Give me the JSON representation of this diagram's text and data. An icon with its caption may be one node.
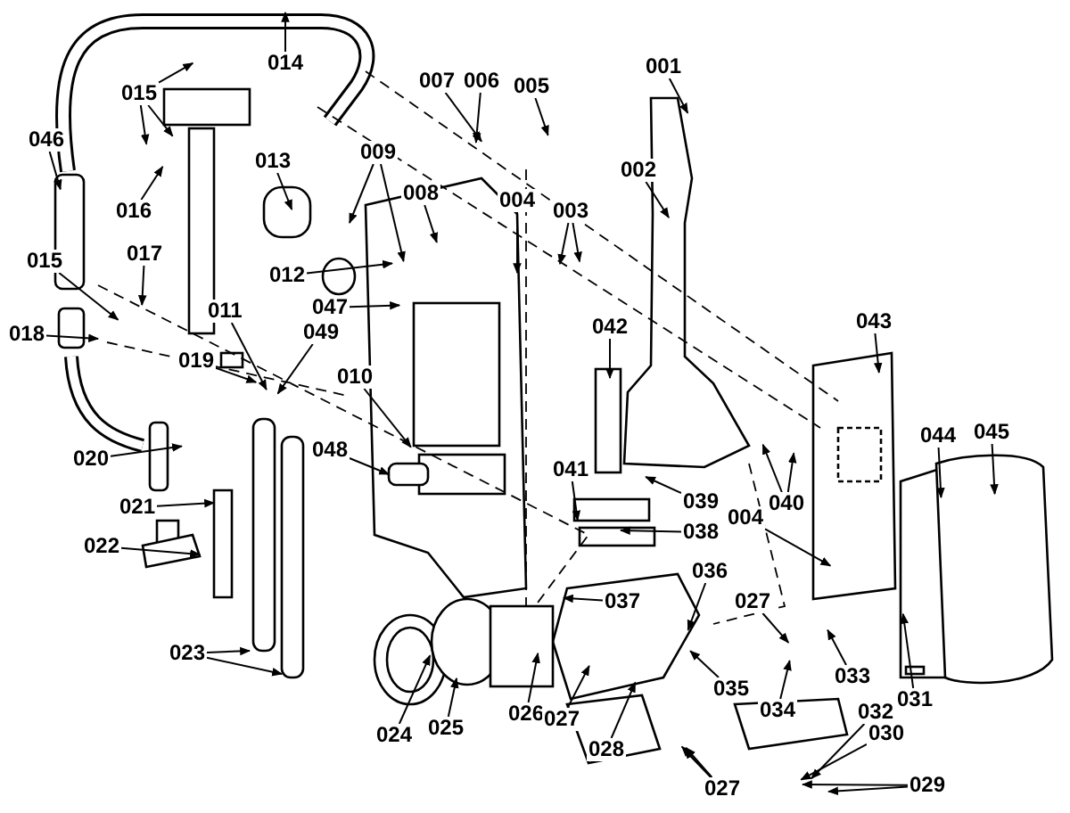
{
  "diagram": {
    "nodes": [
      {
        "text": [
          "014"
        ]
      },
      {
        "text": [
          "001"
        ]
      },
      {
        "text": [
          "015"
        ]
      },
      {
        "text": [
          "007"
        ]
      },
      {
        "text": [
          "006"
        ]
      },
      {
        "text": [
          "005"
        ]
      },
      {
        "text": [
          "009"
        ]
      },
      {
        "text": [
          "046"
        ]
      },
      {
        "text": [
          "013"
        ]
      },
      {
        "text": [
          "008"
        ]
      },
      {
        "text": [
          "002"
        ]
      },
      {
        "text": [
          "016"
        ]
      },
      {
        "text": [
          "004"
        ]
      },
      {
        "text": [
          "003"
        ]
      },
      {
        "text": [
          "015"
        ]
      },
      {
        "text": [
          "017"
        ]
      },
      {
        "text": [
          "012"
        ]
      },
      {
        "text": [
          "011"
        ]
      },
      {
        "text": [
          "047"
        ]
      },
      {
        "text": [
          "042"
        ]
      },
      {
        "text": [
          "043"
        ]
      },
      {
        "text": [
          "018"
        ]
      },
      {
        "text": [
          "049"
        ]
      },
      {
        "text": [
          "019"
        ]
      },
      {
        "text": [
          "010"
        ]
      },
      {
        "text": [
          "020"
        ]
      },
      {
        "text": [
          "048"
        ]
      },
      {
        "text": [
          "044"
        ]
      },
      {
        "text": [
          "045"
        ]
      },
      {
        "text": [
          "041"
        ]
      },
      {
        "text": [
          "039"
        ]
      },
      {
        "text": [
          "040"
        ]
      },
      {
        "text": [
          "021"
        ]
      },
      {
        "text": [
          "038"
        ]
      },
      {
        "text": [
          "004"
        ]
      },
      {
        "text": [
          "022"
        ]
      },
      {
        "text": [
          "036"
        ]
      },
      {
        "text": [
          "037"
        ]
      },
      {
        "text": [
          "027"
        ]
      },
      {
        "text": [
          "023"
        ]
      },
      {
        "text": [
          "033"
        ]
      },
      {
        "text": [
          "035"
        ]
      },
      {
        "text": [
          "034"
        ]
      },
      {
        "text": [
          "031"
        ]
      },
      {
        "text": [
          "026"
        ]
      },
      {
        "text": [
          "027"
        ]
      },
      {
        "text": [
          "032"
        ]
      },
      {
        "text": [
          "030"
        ]
      },
      {
        "text": [
          "028"
        ]
      },
      {
        "text": [
          "024"
        ]
      },
      {
        "text": [
          "025"
        ]
      },
      {
        "text": [
          "029"
        ]
      },
      {
        "text": [
          "027"
        ]
      }
    ],
    "edges": [
      {
        "from": 0,
        "to": null,
        "arrow": "to"
      },
      {
        "from": 1,
        "to": null,
        "arrow": "to"
      },
      {
        "from": 2,
        "to": null,
        "arrow": "to"
      },
      {
        "from": 2,
        "to": null,
        "arrow": "to"
      },
      {
        "from": 2,
        "to": null,
        "arrow": "to"
      },
      {
        "from": 3,
        "to": null,
        "arrow": "to"
      },
      {
        "from": 4,
        "to": null,
        "arrow": "to"
      },
      {
        "from": 5,
        "to": null,
        "arrow": "to"
      },
      {
        "from": 6,
        "to": null,
        "arrow": "to"
      },
      {
        "from": 6,
        "to": null,
        "arrow": "to"
      },
      {
        "from": 7,
        "to": null,
        "arrow": "to"
      },
      {
        "from": 8,
        "to": null,
        "arrow": "to"
      },
      {
        "from": 9,
        "to": null,
        "arrow": "to"
      },
      {
        "from": 10,
        "to": null,
        "arrow": "to"
      },
      {
        "from": 11,
        "to": null,
        "arrow": "to"
      },
      {
        "from": 12,
        "to": null,
        "arrow": "to"
      },
      {
        "from": 13,
        "to": null,
        "arrow": "to"
      },
      {
        "from": 13,
        "to": null,
        "arrow": "to"
      },
      {
        "from": 14,
        "to": null,
        "arrow": "to"
      },
      {
        "from": 15,
        "to": null,
        "arrow": "to"
      },
      {
        "from": 16,
        "to": null,
        "arrow": "to"
      },
      {
        "from": 17,
        "to": null,
        "arrow": "to"
      },
      {
        "from": 18,
        "to": null,
        "arrow": "to"
      },
      {
        "from": 19,
        "to": null,
        "arrow": "to"
      },
      {
        "from": 20,
        "to": null,
        "arrow": "to"
      },
      {
        "from": 21,
        "to": null,
        "arrow": "to"
      },
      {
        "from": 22,
        "to": null,
        "arrow": "to"
      },
      {
        "from": 23,
        "to": null,
        "arrow": "to"
      },
      {
        "from": 24,
        "to": null,
        "arrow": "to"
      },
      {
        "from": 25,
        "to": null,
        "arrow": "to"
      },
      {
        "from": 26,
        "to": null,
        "arrow": "to"
      },
      {
        "from": 27,
        "to": null,
        "arrow": "to"
      },
      {
        "from": 28,
        "to": null,
        "arrow": "to"
      },
      {
        "from": 29,
        "to": null,
        "arrow": "to"
      },
      {
        "from": 30,
        "to": null,
        "arrow": "to"
      },
      {
        "from": 31,
        "to": null,
        "arrow": "to"
      },
      {
        "from": 31,
        "to": null,
        "arrow": "to"
      },
      {
        "from": 32,
        "to": null,
        "arrow": "to"
      },
      {
        "from": 33,
        "to": null,
        "arrow": "to"
      },
      {
        "from": 34,
        "to": null,
        "arrow": "to"
      },
      {
        "from": 35,
        "to": null,
        "arrow": "to"
      },
      {
        "from": 36,
        "to": null,
        "arrow": "to"
      },
      {
        "from": 37,
        "to": null,
        "arrow": "to"
      },
      {
        "from": 38,
        "to": null,
        "arrow": "to"
      },
      {
        "from": 39,
        "to": null,
        "arrow": "to"
      },
      {
        "from": 39,
        "to": null,
        "arrow": "to"
      },
      {
        "from": 40,
        "to": null,
        "arrow": "to"
      },
      {
        "from": 41,
        "to": null,
        "arrow": "to"
      },
      {
        "from": 42,
        "to": null,
        "arrow": "to"
      },
      {
        "from": 43,
        "to": null,
        "arrow": "to"
      },
      {
        "from": 44,
        "to": null,
        "arrow": "to"
      },
      {
        "from": 45,
        "to": null,
        "arrow": "to"
      },
      {
        "from": 46,
        "to": null,
        "arrow": "to"
      },
      {
        "from": 47,
        "to": null,
        "arrow": "to"
      },
      {
        "from": 48,
        "to": null,
        "arrow": "to"
      },
      {
        "from": 49,
        "to": null,
        "arrow": "to"
      },
      {
        "from": 50,
        "to": null,
        "arrow": "to"
      },
      {
        "from": 51,
        "to": null,
        "arrow": "to"
      },
      {
        "from": 51,
        "to": null,
        "arrow": "to"
      },
      {
        "from": 52,
        "to": null,
        "arrow": "to"
      },
      {
        "from": 52,
        "to": null,
        "arrow": "to"
      },
      {
        "from": 52,
        "to": null,
        "arrow": "to"
      }
    ]
  }
}
